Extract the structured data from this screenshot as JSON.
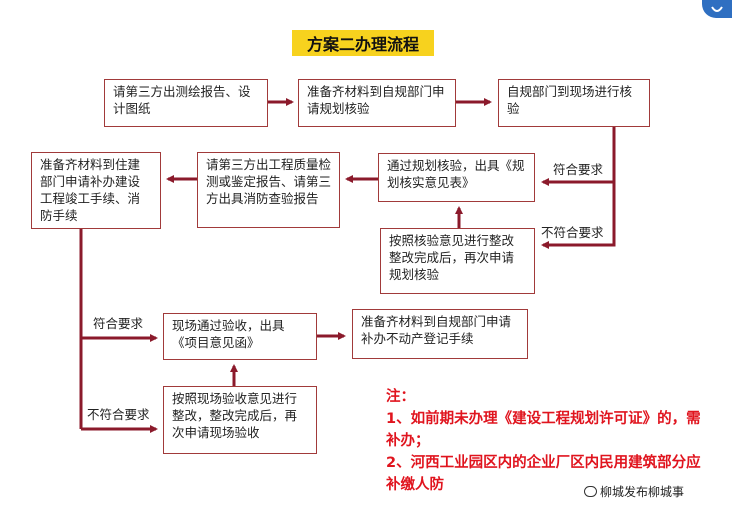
{
  "title": "方案二办理流程",
  "boxes": {
    "b1": "请第三方出测绘报告、设计图纸",
    "b2": "准备齐材料到自规部门申请规划核验",
    "b3": "自规部门到现场进行核验",
    "b4": "通过规划核验，出具《规划核实意见表》",
    "b5": "按照核验意见进行整改整改完成后，再次申请规划核验",
    "b6": "请第三方出工程质量检测或鉴定报告、请第三方出具消防查验报告",
    "b7": "准备齐材料到住建部门申请补办建设工程竣工手续、消防手续",
    "b8": "现场通过验收，出具《项目意见函》",
    "b9": "准备齐材料到自规部门申请补办不动产登记手续",
    "b10": "按照现场验收意见进行整改，整改完成后，再次申请现场验收"
  },
  "labels": {
    "fit_top": "符合要求",
    "unfit_top": "不符合要求",
    "fit_left": "符合要求",
    "unfit_left": "不符合要求"
  },
  "note": {
    "head": "注：",
    "line1": "1、如前期未办理《建设工程规划许可证》的，需补办；",
    "line2": "2、河西工业园区内的企业厂区内民用建筑部分应补缴人防"
  },
  "watermark": "柳城发布柳城事",
  "colors": {
    "line": "#8b1a2b",
    "border": "#a13a3a",
    "note": "#e0141e",
    "title_bg": "#f7d21e"
  }
}
